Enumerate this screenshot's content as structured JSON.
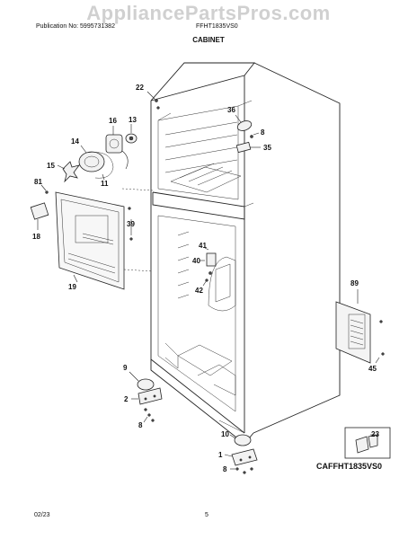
{
  "header": {
    "publication": "Publication No: 5995731382",
    "model": "FFHT1835VS0",
    "section_title": "CABINET"
  },
  "watermark": "AppliancePartsPros.com",
  "diagram_code": "CAFFHT1835VS0",
  "footer": {
    "date": "02/23",
    "page": "5"
  },
  "callouts": {
    "c22": "22",
    "c36": "36",
    "c8a": "8",
    "c35": "35",
    "c13": "13",
    "c16": "16",
    "c14": "14",
    "c15": "15",
    "c11": "11",
    "c81": "81",
    "c18": "18",
    "c39": "39",
    "c19": "19",
    "c41": "41",
    "c40": "40",
    "c42": "42",
    "c89": "89",
    "c45": "45",
    "c9": "9",
    "c2": "2",
    "c8b": "8",
    "c10": "10",
    "c1": "1",
    "c8c": "8",
    "c23": "23"
  }
}
